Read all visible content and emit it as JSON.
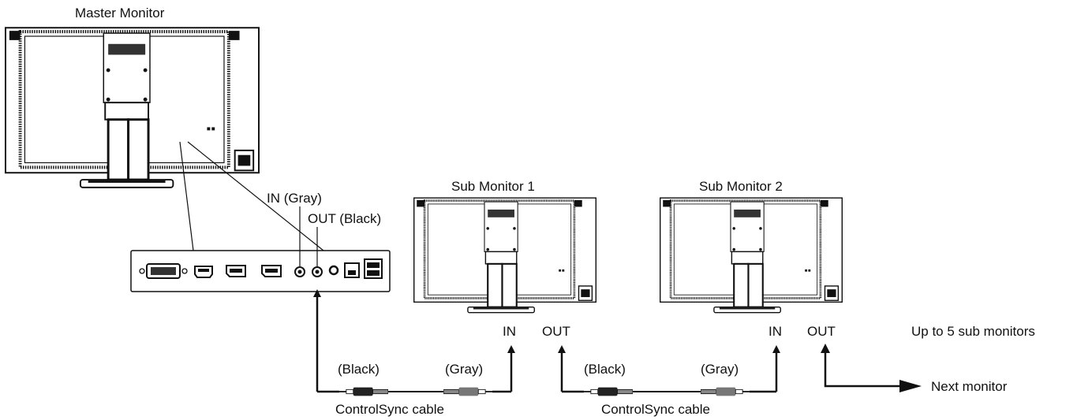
{
  "labels": {
    "master_monitor": "Master Monitor",
    "sub_monitor_1": "Sub Monitor 1",
    "sub_monitor_2": "Sub Monitor 2",
    "in_gray": "IN (Gray)",
    "out_black": "OUT (Black)",
    "sub1_in": "IN",
    "sub1_out": "OUT",
    "sub2_in": "IN",
    "sub2_out": "OUT",
    "up_to": "Up to 5 sub monitors",
    "next_monitor": "Next monitor",
    "cable1_black": "(Black)",
    "cable1_gray": "(Gray)",
    "cable1_name": "ControlSync cable",
    "cable2_black": "(Black)",
    "cable2_gray": "(Gray)",
    "cable2_name": "ControlSync cable"
  }
}
